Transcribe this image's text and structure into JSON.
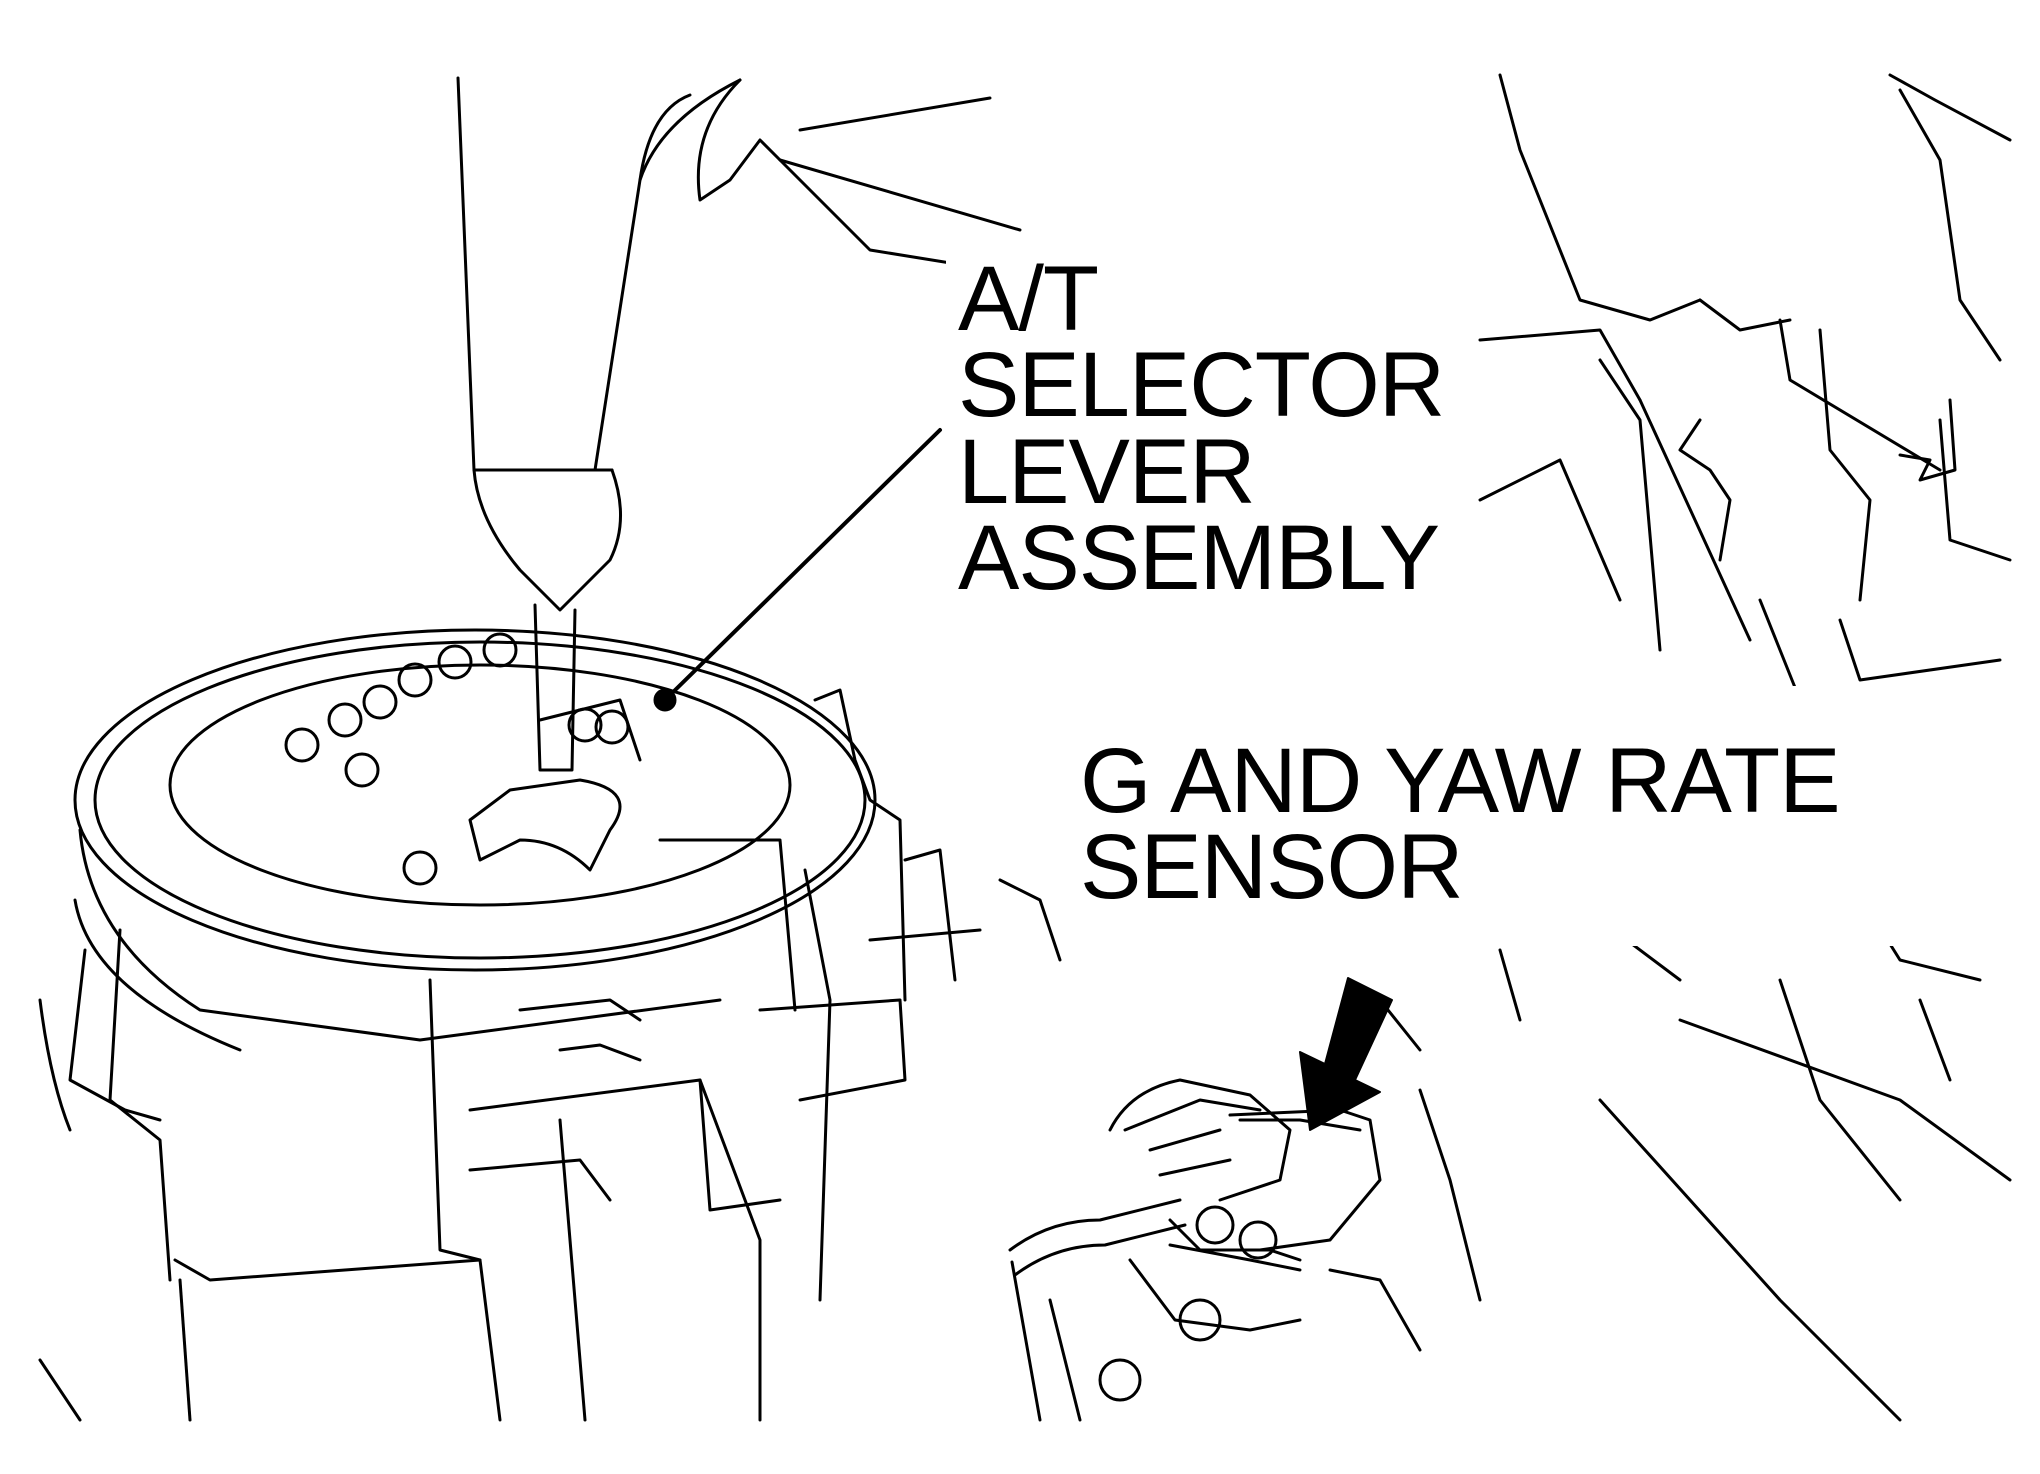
{
  "labels": {
    "at_selector": {
      "lines": [
        "A/T",
        "SELECTOR",
        "LEVER",
        "ASSEMBLY"
      ]
    },
    "g_yaw_sensor": {
      "lines": [
        "G AND YAW RATE",
        "SENSOR"
      ]
    }
  },
  "colors": {
    "line": "#000000",
    "background": "#ffffff"
  }
}
